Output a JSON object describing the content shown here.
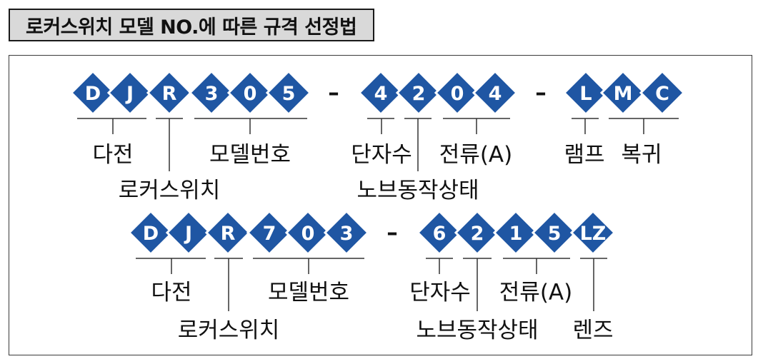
{
  "title": "로커스위치 모델 NO.에 따른 규격 선정법",
  "colors": {
    "diamond_fill": "#1f56a3",
    "diamond_edge": "#ffffff",
    "text": "#111111",
    "line": "#333333"
  },
  "row1": {
    "chars": [
      "D",
      "J",
      "R",
      "3",
      "0",
      "5",
      "4",
      "2",
      "0",
      "4",
      "L",
      "M",
      "C"
    ],
    "dash": "–",
    "labels": {
      "dajeon": "다전",
      "rocker": "로커스위치",
      "model_no": "모델번호",
      "dansu": "단자수",
      "knob": "노브동작상태",
      "current": "전류(A)",
      "lamp": "램프",
      "return": "복귀"
    }
  },
  "row2": {
    "chars": [
      "D",
      "J",
      "R",
      "7",
      "0",
      "3",
      "6",
      "2",
      "1",
      "5",
      "LZ"
    ],
    "dash": "–",
    "labels": {
      "dajeon": "다전",
      "rocker": "로커스위치",
      "model_no": "모델번호",
      "dansu": "단자수",
      "knob": "노브동작상태",
      "current": "전류(A)",
      "lens": "렌즈"
    }
  }
}
